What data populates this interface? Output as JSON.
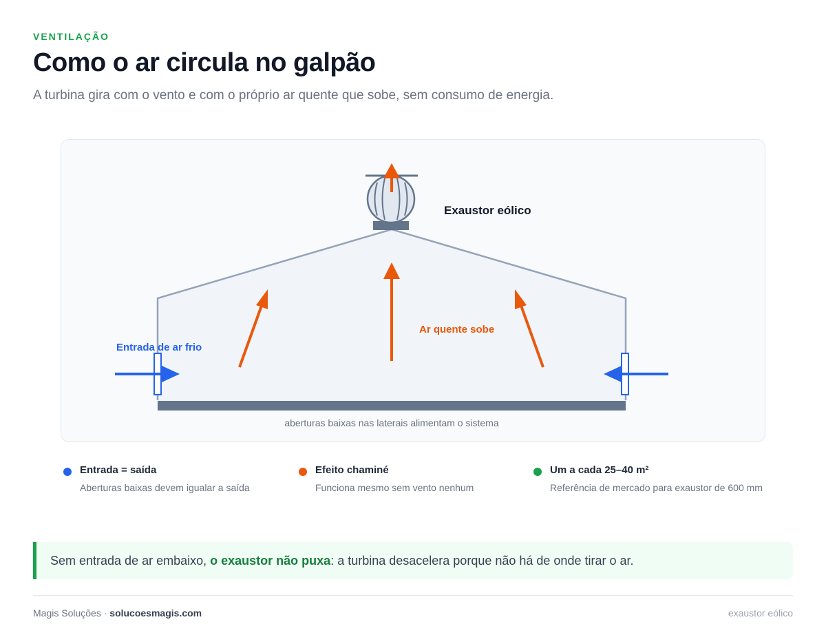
{
  "header": {
    "eyebrow": "VENTILAÇÃO",
    "title": "Como o ar circula no galpão",
    "subtitle": "A turbina gira com o vento e com o próprio ar quente que sobe, sem consumo de energia."
  },
  "diagram": {
    "exhaust_label": "Exaustor eólico",
    "cold_air_label": "Entrada de ar frio",
    "hot_air_label": "Ar quente sobe",
    "floor_caption": "aberturas baixas nas laterais alimentam o sistema",
    "colors": {
      "cold": "#2563eb",
      "hot": "#ea580c",
      "structure": "#94a3b8",
      "floor": "#64748b"
    }
  },
  "legend": [
    {
      "title": "Entrada = saída",
      "desc": "Aberturas baixas devem igualar a saída",
      "color": "#2563eb"
    },
    {
      "title": "Efeito chaminé",
      "desc": "Funciona mesmo sem vento nenhum",
      "color": "#ea580c"
    },
    {
      "title": "Um a cada 25–40 m²",
      "desc": "Referência de mercado para exaustor de 600 mm",
      "color": "#16a34a"
    }
  ],
  "callout": {
    "before": "Sem entrada de ar embaixo, ",
    "emphasis": "o exaustor não puxa",
    "after": ": a turbina desacelera porque não há de onde tirar o ar."
  },
  "footer": {
    "brand": "Magis Soluções",
    "separator": " · ",
    "site": "solucoesmagis.com",
    "tag": "exaustor eólico"
  }
}
